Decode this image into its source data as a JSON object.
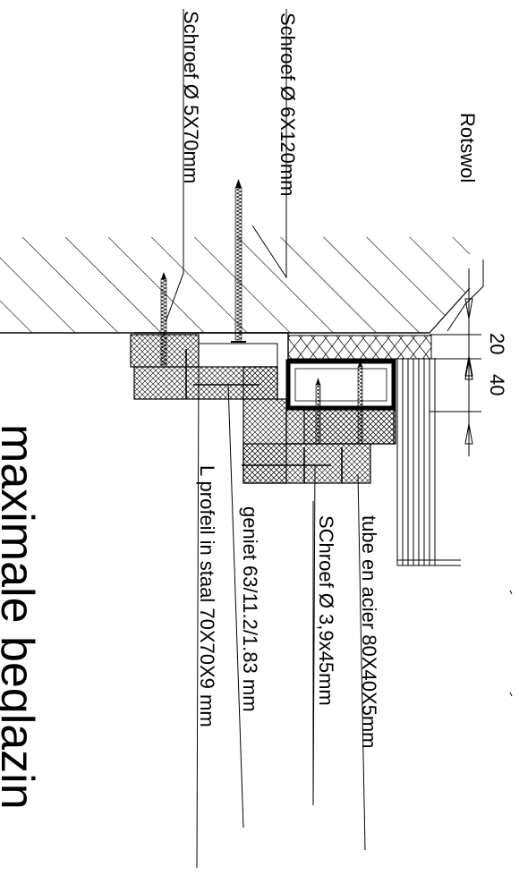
{
  "labels": {
    "schroef_5x70": "Schroef Ø 5X70mm",
    "schroef_6x120": "Schroef Ø 6X120mm",
    "rotswol": "Rotswol",
    "dim_20": "20",
    "dim_40": "40",
    "tube": "tube en acier 80X40X5mm",
    "schroef_39x45": "SChroef Ø 3,9x45mm",
    "geniet": "geniet 63/11.2/1.83 mm",
    "l_profiel": "L profeil in staal 70X70X9 mm",
    "title": "maximale beglazin"
  },
  "colors": {
    "ink": "#000000",
    "paper": "#ffffff",
    "hatch": "#000000"
  }
}
